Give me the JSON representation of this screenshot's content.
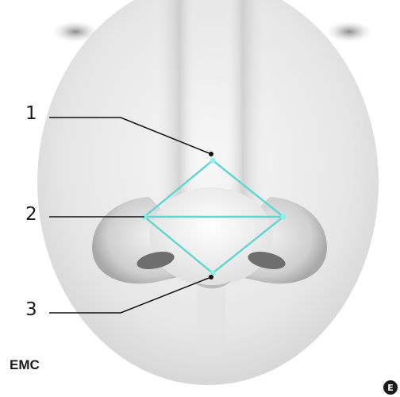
{
  "labels": [
    {
      "id": "1",
      "text": "1"
    },
    {
      "id": "2",
      "text": "2"
    },
    {
      "id": "3",
      "text": "3"
    }
  ],
  "brand": "EMC",
  "corner_mark": "E",
  "colors": {
    "diamond": "#5fd6d0",
    "diamond_point": "#8ff0ea",
    "leader_line": "#111111",
    "skin_light": "#f4f4f4",
    "skin_mid": "#d9d9d9",
    "skin_dark": "#9a9a9a",
    "nostril": "#6e6e6e"
  }
}
